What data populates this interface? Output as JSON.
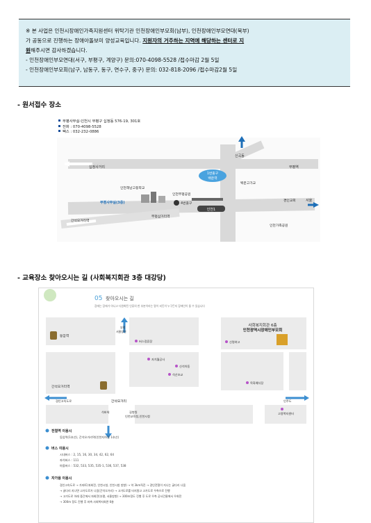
{
  "notice": {
    "line1": "※ 본 사업은 인천시장애인가족지원센터 위탁기관 인천장애인부모회(남부), 인천장애인부모연대(북부)",
    "line2": "가 공동으로 진행하는 장애아돌보미 양성교육입니다. ",
    "line2_emph": "지원자의 거주하는 지역에 해당하는 센터로 지",
    "line3_emph": "원",
    "line3": "해주시면 감사하겠습니다.",
    "item1": "- 인천장애인부모연대(서구, 부평구, 계양구) 문의:070-4098-5528 /접수마감 2월 5일",
    "item2": "- 인천장애인부모회(남구, 남동구, 동구, 연수구, 중구) 문의: 032-818-2096 /접수마감2월 5일"
  },
  "section1": {
    "title": "- 원서접수 장소"
  },
  "map1": {
    "address": "부평사무실-인천시 부평구 십정동 576-19, 301호",
    "phone": "전화 : 070-4098-5528",
    "fax": "팩스 : 032-232-0886",
    "road_top_left": "십정사거리",
    "road_top_right": "부평역",
    "road_north": "신곡동",
    "exit_label1": "1번출구",
    "exit_label2": "백운역",
    "school1": "인천해남고등학교",
    "school2": "인천부평공원",
    "office": "부평사무실(3층)",
    "exit4": "4번출구",
    "station": "인천1",
    "right_label1": "경인교회",
    "right_label2": "서울",
    "mid_right": "백운고가교",
    "bottom_left": "간석오거리역",
    "bottom_mid": "부평삼거리역",
    "bottom_right": "인천가족공원"
  },
  "section2": {
    "title": "- 교육장소 찾아오시는 길 (사회복지회관 3층 대강당)"
  },
  "map2": {
    "header_num": "05",
    "header_title": "찾아오시는 길",
    "header_sub": "장애는 장애가 아니고 다원화된 인류의 한 부분이라는 말이 되듯이 누구든지 장애인이 될 수 있습니다",
    "arrow_up_label1": "부평",
    "arrow_up_label2": "서울방면",
    "dongamyeok": "동암역",
    "bus_stop": "버스정류장",
    "building_title1": "사회복지회관 6층",
    "building_title2": "인천광역시장애인부모회",
    "sinmyeong": "신명여고",
    "jachiwol": "자치월공사",
    "sinseok": "신석아동",
    "seokjeong": "석산초교",
    "ganseok_station": "간석오거리역",
    "road_left": "경인고속도로",
    "ganseok_crossing": "간석오거리",
    "hwanghoe": "목화예식장",
    "incheon_road": "인주도",
    "goyong": "고용복지센터",
    "bottom_left": "석바위",
    "bottom_mid1": "길병원",
    "bottom_mid2": "인천교육청,인천시청",
    "subway_title": "전철역 이용시",
    "subway_text": "동암역(1호선), 간석오거리역(인천지하철 1호선)",
    "bus_title": "버스 이용시",
    "bus_city": "시내버스 : 2, 15, 16, 30, 34, 42, 62, 64",
    "bus_seat": "좌석버스 : 111",
    "bus_village": "마을버스 : 532, 533, 535, 535-1, 536, 537, 538",
    "car_title": "자가용 이용시",
    "car_line1": "경인고속도로 → 가좌IC(좌회전, 인천시청, 인천시청 방향) → 약 3km직진 → 경인전철이 지나는 굴다리 나옴",
    "car_line2": "→ 굴다리 지나면 고가도로가 나옴(간석오거리) → 고가도로를 타지말고 고가도로 우측으로 진행",
    "car_line3": "→ 고가도로 아래 중간에서 좌회전(부평, 서울방향) → 300m정도 진행 후 도로 우측 공사건물에서 우회전",
    "car_line4": "→ 300m 정도 진행 후 좌측 사회복지회관 6층"
  }
}
